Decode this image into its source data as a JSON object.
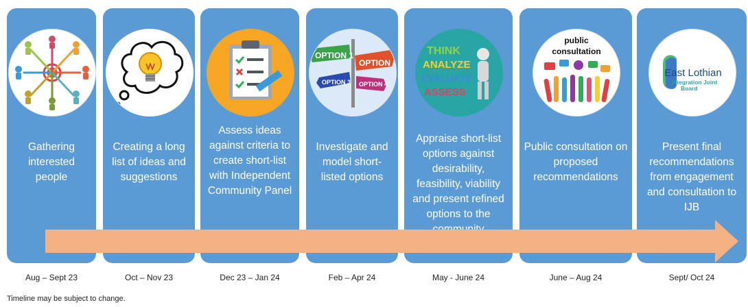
{
  "stages": [
    {
      "text": "Gathering interested people",
      "date": "Aug – Sept 23",
      "icon": "people-network-icon"
    },
    {
      "text": "Creating a long list of ideas and suggestions",
      "date": "Oct – Nov 23",
      "icon": "lightbulb-thought-icon"
    },
    {
      "text": "Assess ideas against criteria to create short-list with Independent Community Panel",
      "date": "Dec 23 – Jan 24",
      "icon": "clipboard-checklist-icon"
    },
    {
      "text": "Investigate and model short-listed options",
      "date": "Feb – Apr 24",
      "icon": "signpost-options-icon"
    },
    {
      "text": "Appraise short-list options against desirability, feasibility, viability and present refined options to the community",
      "date": "May - June 24",
      "icon": "think-analyze-evaluate-icon"
    },
    {
      "text": "Public consultation on proposed recommendations",
      "date": "June – Aug 24",
      "icon": "public-consultation-icon"
    },
    {
      "text": "Present final recommendations from engagement and consultation to IJB",
      "date": "Sept/ Oct 24",
      "icon": "east-lothian-ijb-logo-icon"
    }
  ],
  "icon_labels": {
    "option1": "OPTION 1",
    "option2": "OPTION 2",
    "option3": "OPTION 3",
    "option4": "OPTION 4",
    "think": "THINK",
    "analyze": "ANALYZE",
    "evaluate": "EVALUATE",
    "assess": "ASSESS",
    "public": "public",
    "consultation": "consultation",
    "logo_main": "East Lothian",
    "logo_sub1": "Integration Joint",
    "logo_sub2": "Board"
  },
  "footnote": "Timeline may be subject to change.",
  "colors": {
    "stage_fill": "#5b9bd5",
    "arrow_fill": "#f4b183",
    "text": "#ffffff"
  }
}
